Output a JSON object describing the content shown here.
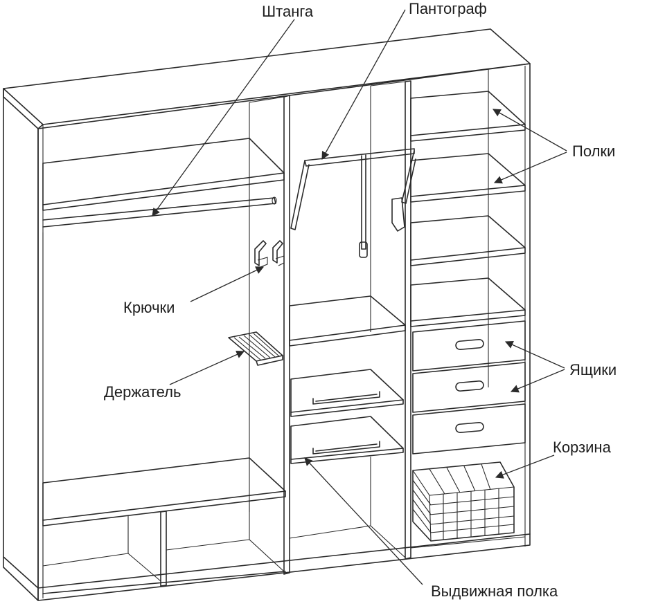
{
  "labels": {
    "rod": "Штанга",
    "pantograph": "Пантограф",
    "shelves": "Полки",
    "hooks": "Крючки",
    "holder": "Держатель",
    "drawers": "Ящики",
    "basket": "Корзина",
    "pullout_shelf": "Выдвижная полка"
  }
}
